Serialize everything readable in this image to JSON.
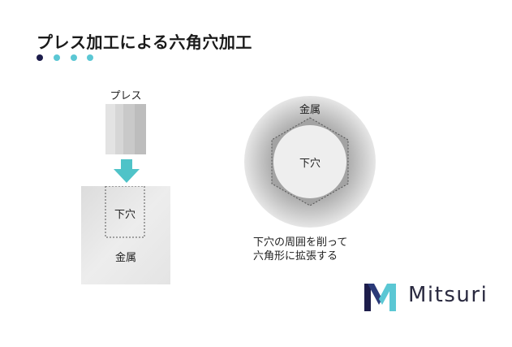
{
  "title": "プレス加工による六角穴加工",
  "dots": [
    "#1d1d4b",
    "#5bc7d4",
    "#5bc7d4",
    "#5bc7d4"
  ],
  "left": {
    "press_label": "プレス",
    "hole_label": "下穴",
    "metal_label": "金属"
  },
  "right": {
    "metal_label": "金属",
    "hole_label": "下穴",
    "caption_lines": [
      "下穴の周囲を削って",
      "六角形に拡張する"
    ]
  },
  "logo": {
    "text": "Mitsuri",
    "icon": "mitsuri-m-icon",
    "colors": {
      "dark": "#1d1d4b",
      "teal": "#5bc7d4"
    }
  },
  "colors": {
    "arrow": "#4fc3c8",
    "metal_light": "#ececec",
    "metal_dark": "#c4c4c4"
  }
}
